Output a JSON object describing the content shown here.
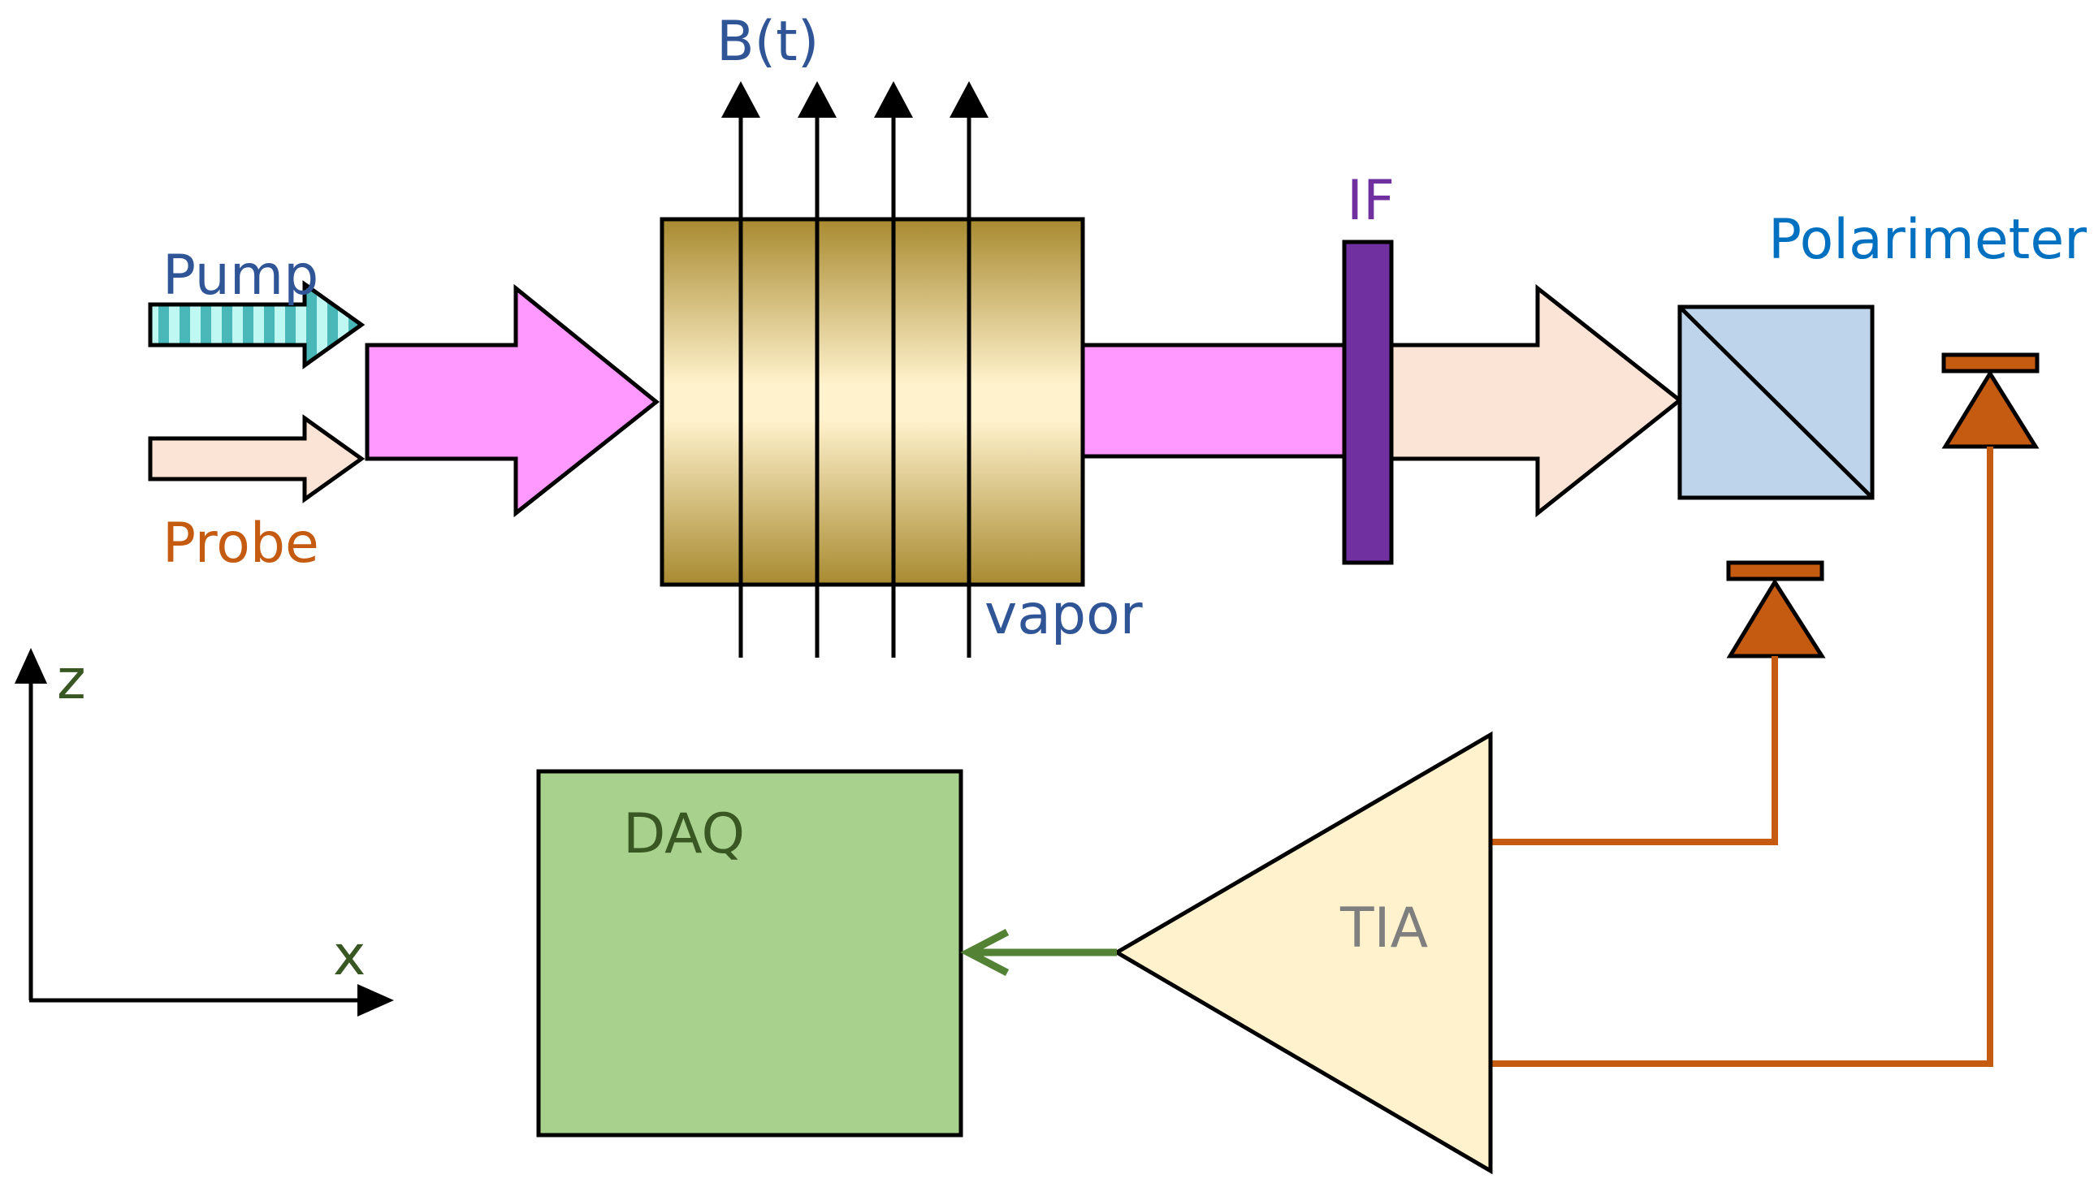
{
  "labels": {
    "pump": "Pump",
    "probe": "Probe",
    "field": "B(t)",
    "vapor": "vapor",
    "filter": "IF",
    "polarimeter": "Polarimeter",
    "amplifier": "TIA",
    "daq": "DAQ",
    "axis_z": "z",
    "axis_x": "x"
  },
  "colors": {
    "pump_stripe_light": "#bff7f3",
    "pump_stripe_dark": "#4ab8b8",
    "probe_beam": "#fbe3d6",
    "combined_beam": "#ff99ff",
    "cell_gold_dark": "#a88a30",
    "cell_gold_light": "#fff2cc",
    "filter": "#7030a0",
    "polarimeter": "#bdd4ea",
    "detector": "#c55a11",
    "tia_fill": "#fff2cc",
    "daq_fill": "#a9d18e",
    "signal_arrow": "#548235",
    "pump_text": "#2f5597",
    "probe_text": "#c55a11",
    "field_text": "#2f5597",
    "vapor_text": "#2f5597",
    "filter_text": "#7030a0",
    "polarimeter_text": "#0070c0",
    "tia_text": "#7f7f7f",
    "daq_text": "#385723",
    "axis_text": "#385723"
  }
}
